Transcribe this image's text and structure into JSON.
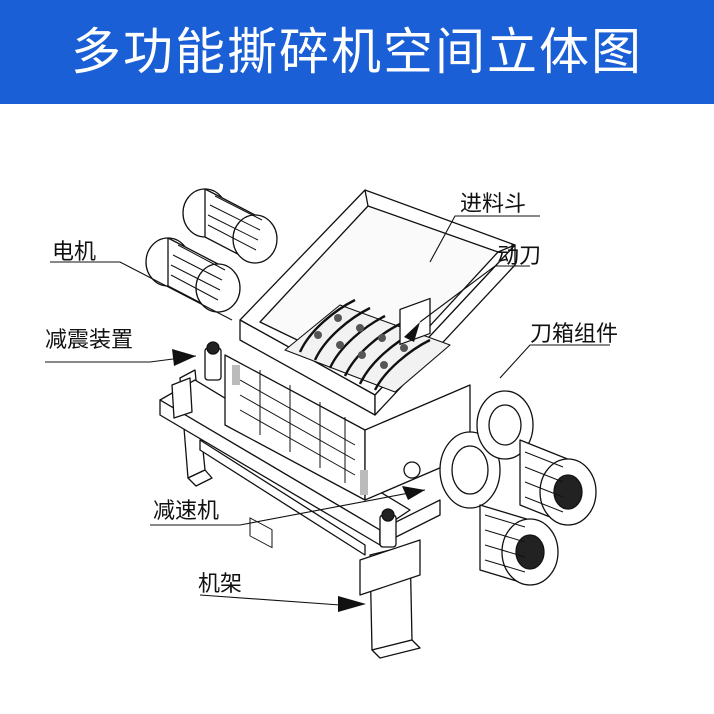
{
  "header": {
    "title": "多功能撕碎机空间立体图",
    "background_color": "#1a5fd6",
    "text_color": "#ffffff"
  },
  "labels": {
    "motor": "电机",
    "damper": "减震装置",
    "hopper": "进料斗",
    "moving_blade": "动刀",
    "blade_box": "刀箱组件",
    "reducer": "减速机",
    "frame": "机架"
  }
}
